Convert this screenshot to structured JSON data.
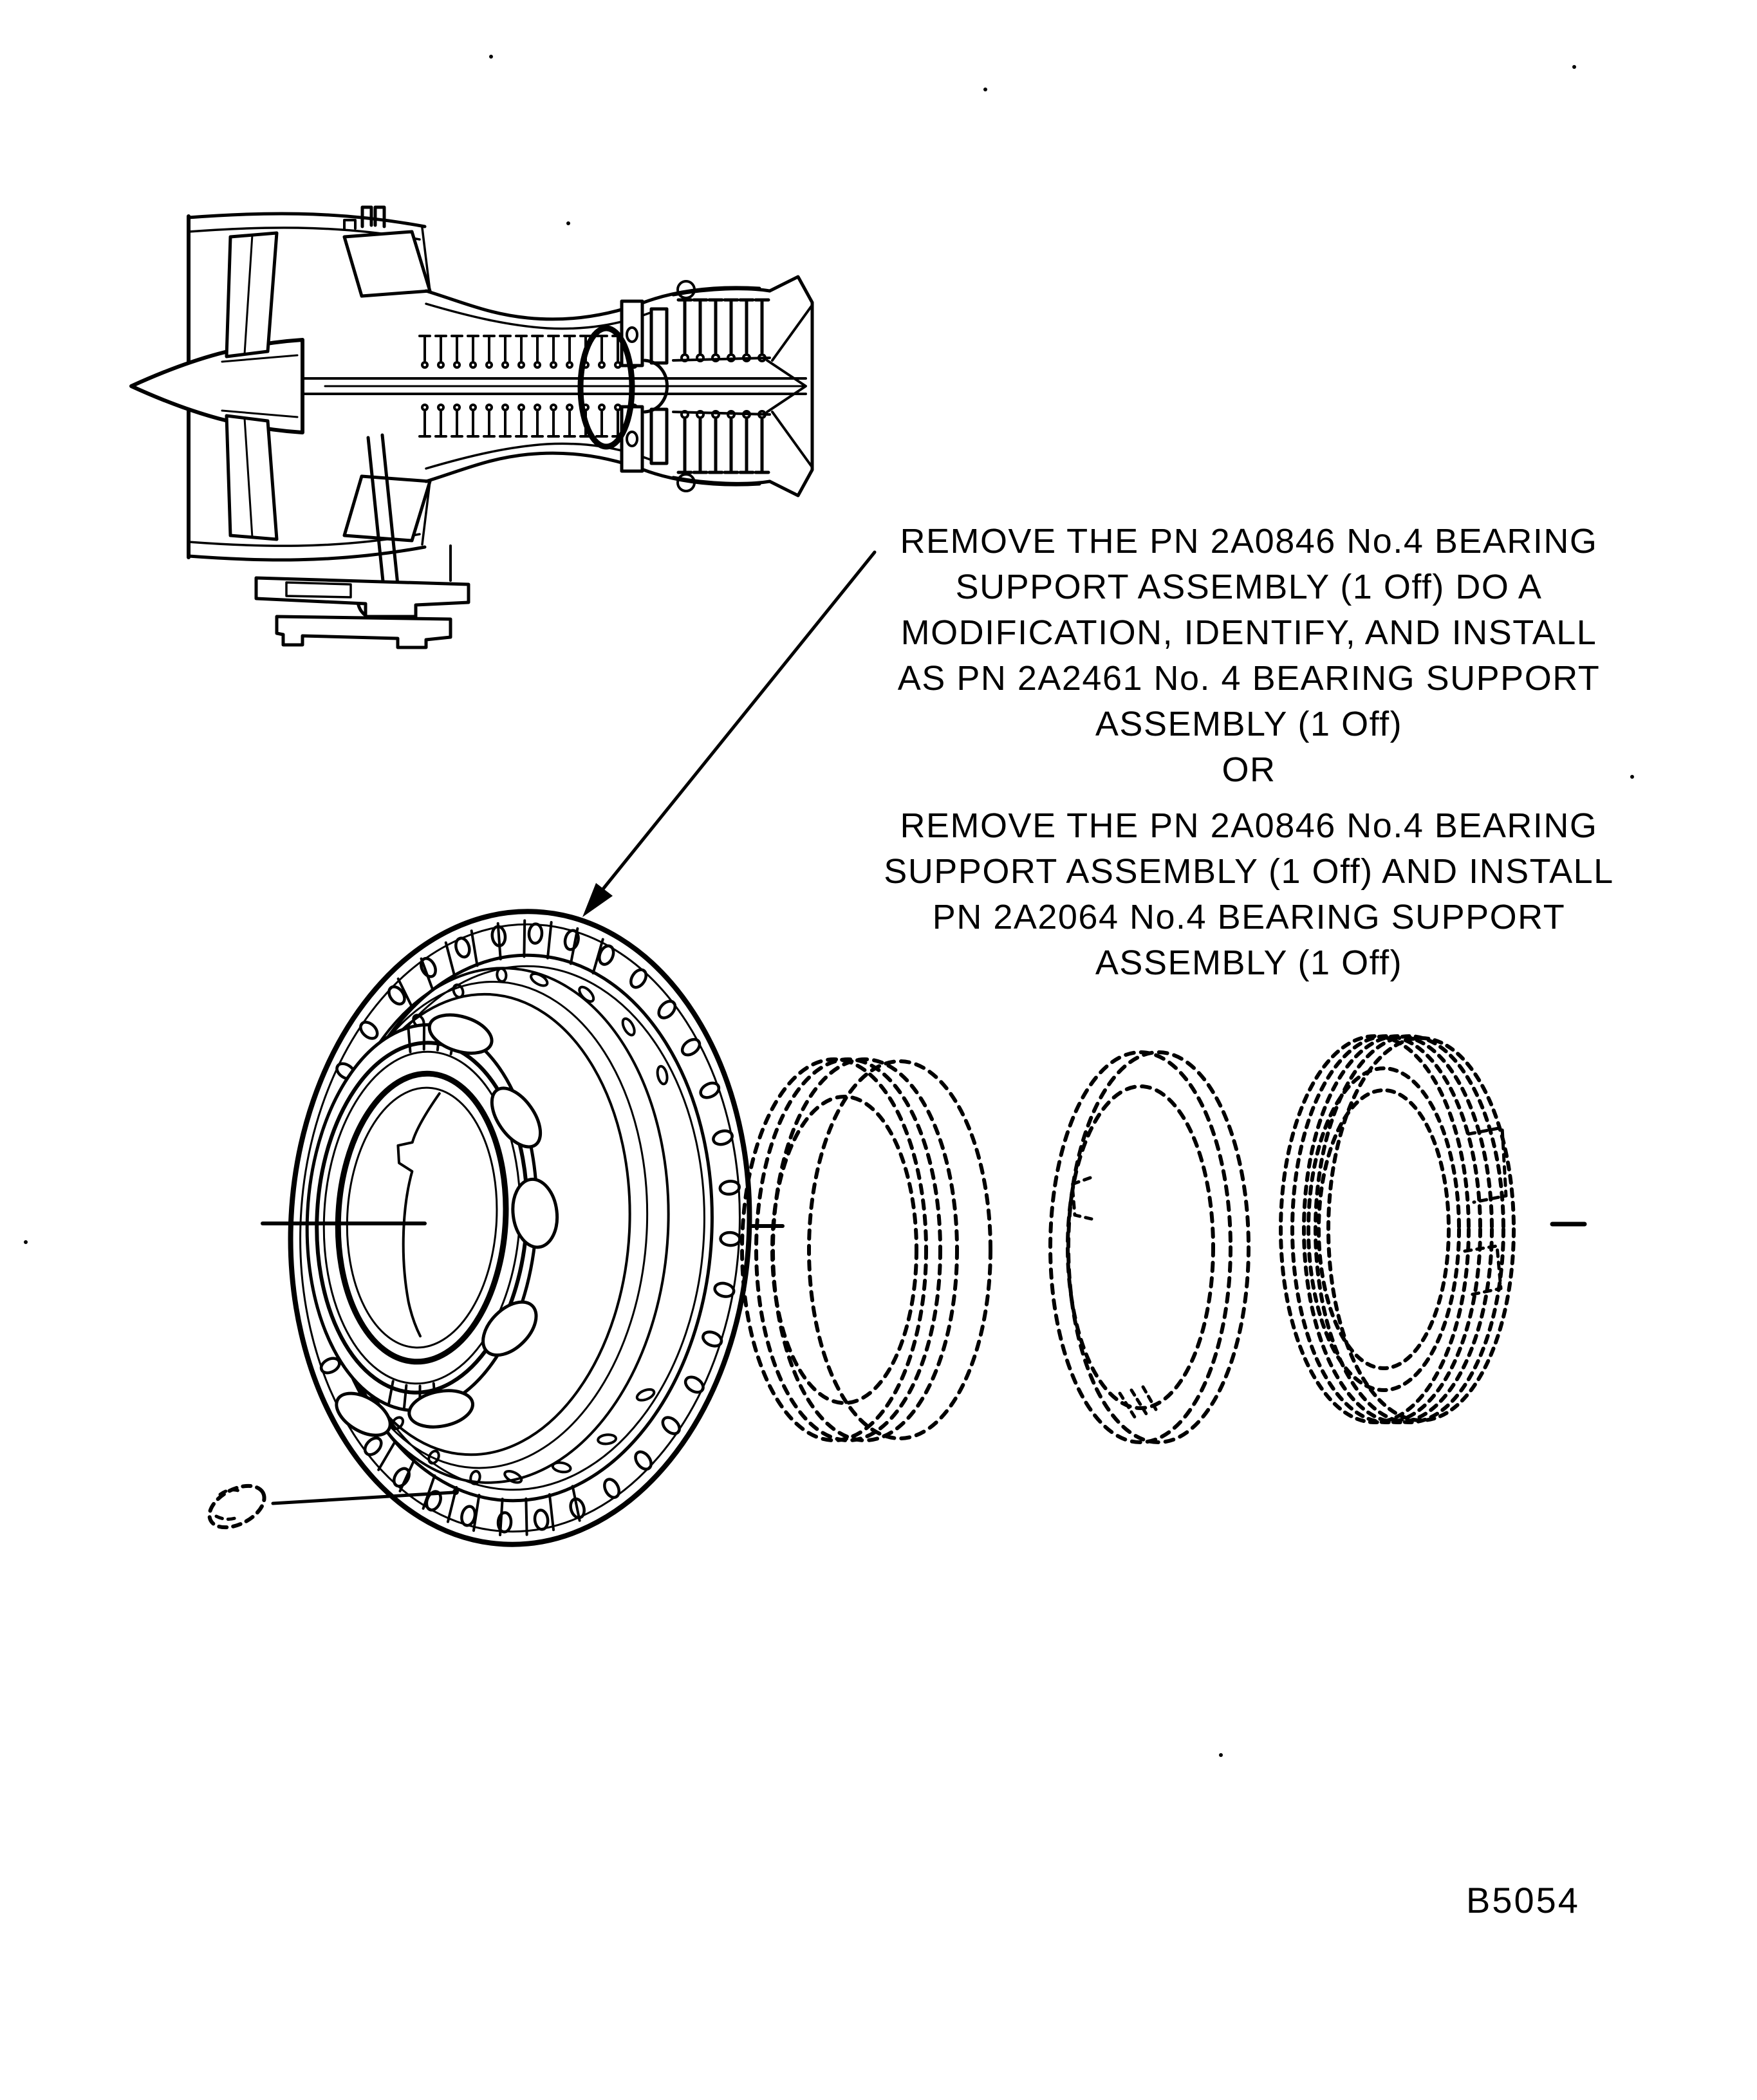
{
  "annotation": {
    "lines": [
      "REMOVE THE PN 2A0846 No.4 BEARING",
      "SUPPORT ASSEMBLY (1 Off) DO A",
      "MODIFICATION, IDENTIFY, AND INSTALL",
      "AS PN 2A2461 No. 4 BEARING SUPPORT",
      "ASSEMBLY (1 Off)",
      "OR",
      "REMOVE THE PN 2A0846 No.4 BEARING",
      "SUPPORT ASSEMBLY (1 Off) AND INSTALL",
      "PN 2A2064 No.4 BEARING SUPPORT",
      "ASSEMBLY (1 Off)"
    ]
  },
  "figure_code": "B5054",
  "colors": {
    "ink": "#000000",
    "paper": "#ffffff"
  }
}
